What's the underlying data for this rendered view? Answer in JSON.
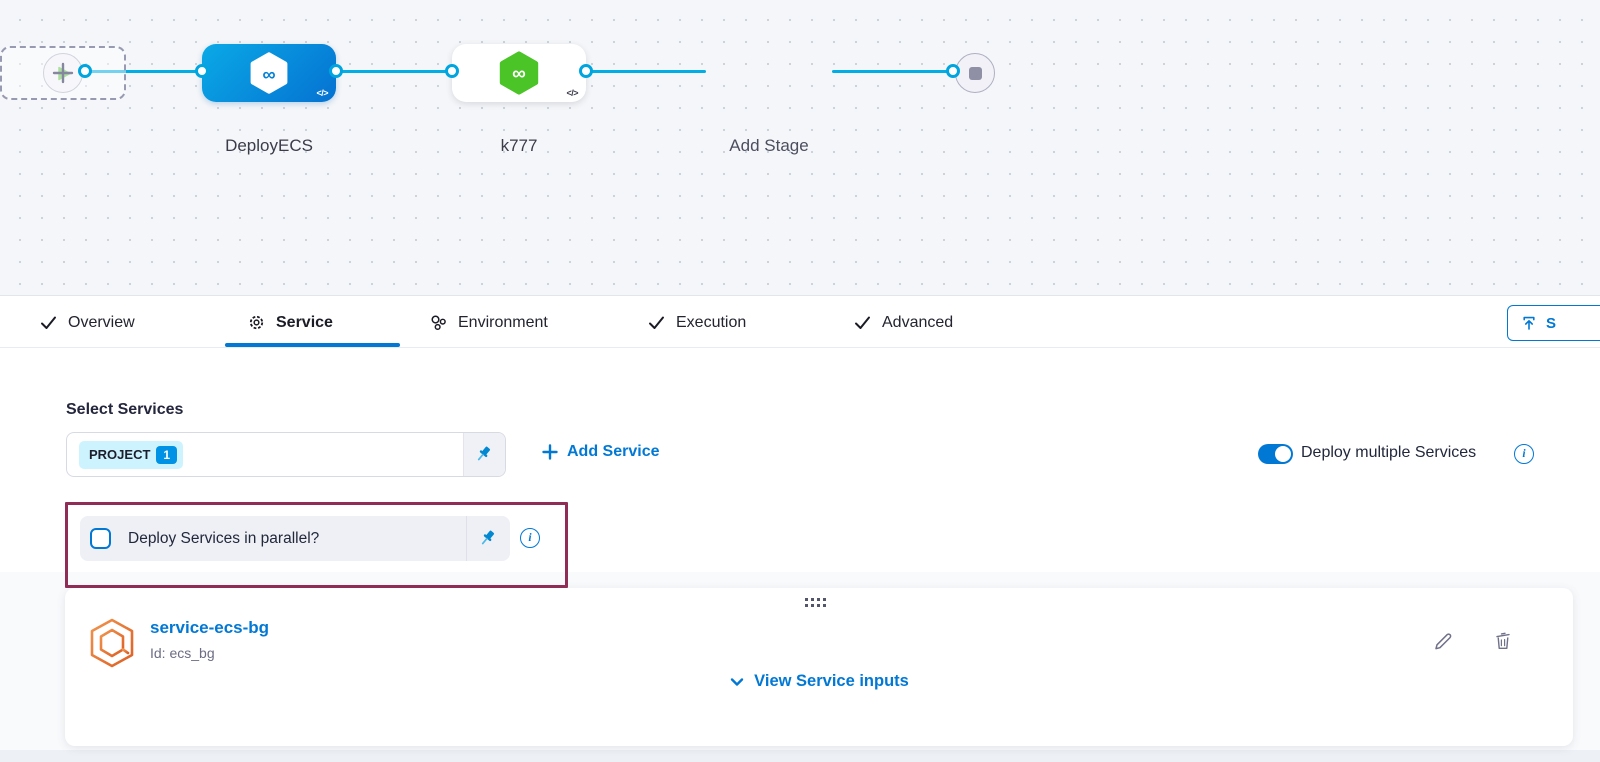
{
  "pipeline": {
    "stages": [
      {
        "name": "DeployECS",
        "code_badge": "</>"
      },
      {
        "name": "k777",
        "code_badge": "</>"
      }
    ],
    "add_stage_label": "Add Stage"
  },
  "tabs": {
    "items": [
      {
        "label": "Overview",
        "icon": "check",
        "active": false
      },
      {
        "label": "Service",
        "icon": "gear",
        "active": true
      },
      {
        "label": "Environment",
        "icon": "environment",
        "active": false
      },
      {
        "label": "Execution",
        "icon": "check",
        "active": false
      },
      {
        "label": "Advanced",
        "icon": "check",
        "active": false
      }
    ]
  },
  "save_button": {
    "label": "S"
  },
  "services_section": {
    "select_label": "Select Services",
    "chip": {
      "label": "PROJECT",
      "count": "1"
    },
    "add_service_label": "Add Service",
    "deploy_multiple_label": "Deploy multiple Services",
    "parallel_label": "Deploy Services in parallel?"
  },
  "service_card": {
    "name": "service-ecs-bg",
    "id": "Id: ecs_bg",
    "view_inputs_label": "View Service inputs"
  },
  "colors": {
    "accent_blue": "#0278d5",
    "connector_cyan": "#00ade4",
    "stage_blue_gradient": [
      "#0aa9e6",
      "#0572d2"
    ],
    "stage_green": "#4ac426",
    "chip_bg": "#cdf4fe",
    "badge_blue": "#0092e4",
    "annotation_maroon": "#8f2d56",
    "service_icon_orange": "#e8762e",
    "canvas_bg": "#f4f6f9"
  }
}
